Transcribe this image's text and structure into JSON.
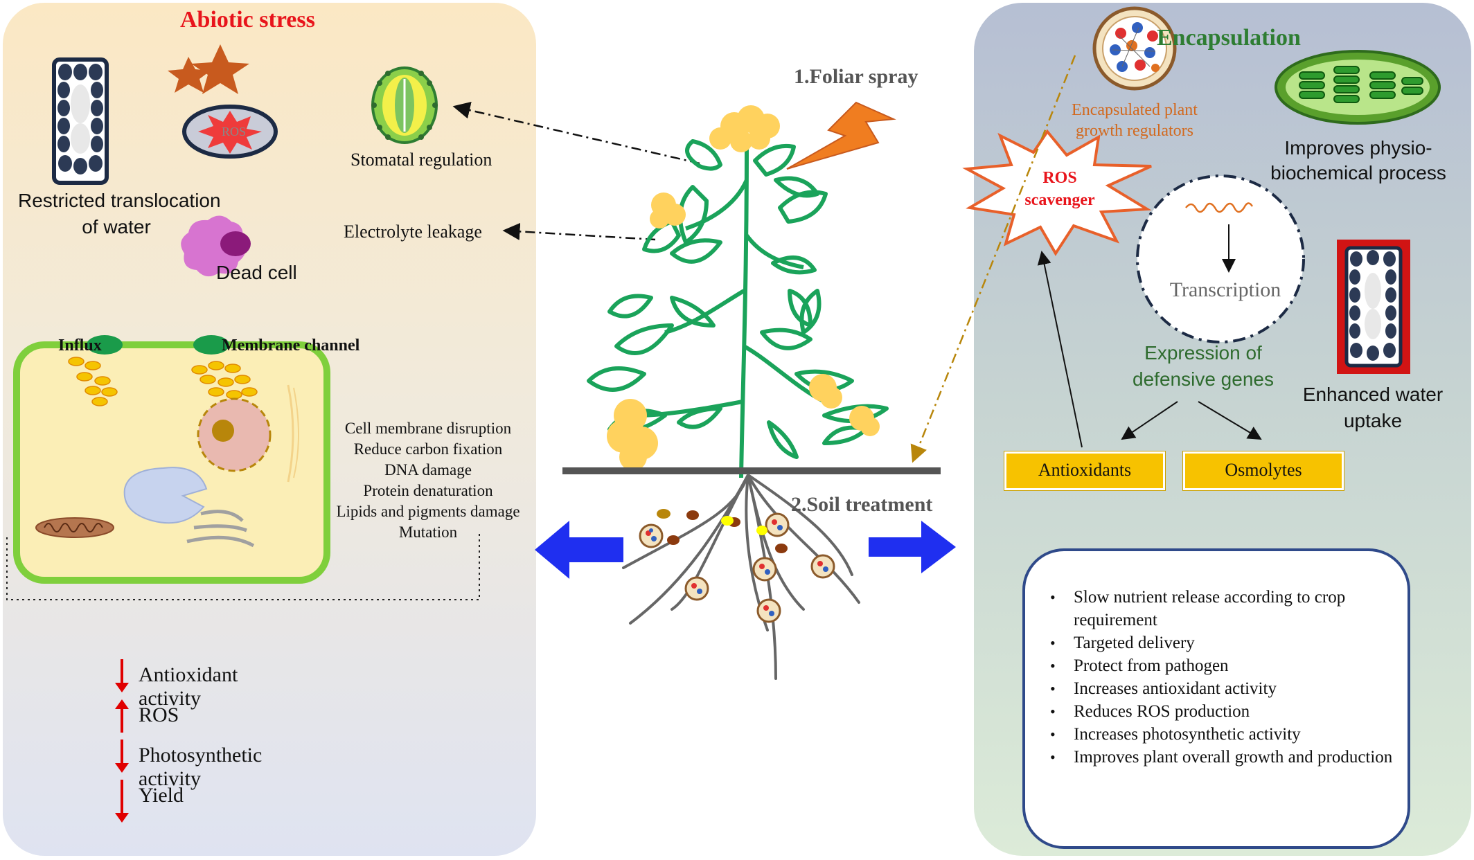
{
  "left_panel": {
    "title": "Abiotic stress",
    "restricted_water": "Restricted translocation\nof water",
    "restricted_water_l1": "Restricted translocation",
    "restricted_water_l2": "of water",
    "ros_label": "ROS",
    "stomatal": "Stomatal regulation",
    "electrolyte": "Electrolyte leakage",
    "dead_cell": "Dead cell",
    "influx": "Influx",
    "membrane_channel": "Membrane channel",
    "damage_list": [
      "Cell membrane disruption",
      "Reduce carbon fixation",
      "DNA damage",
      "Protein denaturation",
      "Lipids and pigments damage",
      "Mutation"
    ],
    "effects": [
      {
        "direction": "down",
        "label": "Antioxidant activity"
      },
      {
        "direction": "up",
        "label": "ROS"
      },
      {
        "direction": "down",
        "label": "Photosynthetic activity"
      },
      {
        "direction": "down",
        "label": "Yield"
      }
    ]
  },
  "center": {
    "foliar": "1.Foliar spray",
    "soil": "2.Soil treatment"
  },
  "right_panel": {
    "title": "Encapsulation",
    "encap_l1": "Encapsulated plant",
    "encap_l2": "growth regulators",
    "improves_l1": "Improves physio-",
    "improves_l2": "biochemical process",
    "ros_scav_l1": "ROS",
    "ros_scav_l2": "scavenger",
    "transcription": "Transcription",
    "expression_l1": "Expression of",
    "expression_l2": "defensive genes",
    "water_l1": "Enhanced water",
    "water_l2": "uptake",
    "antioxidants": "Antioxidants",
    "osmolytes": "Osmolytes",
    "benefits": [
      "Slow nutrient release according to crop requirement",
      "Targeted delivery",
      "Protect from pathogen",
      "Increases antioxidant activity",
      "Reduces ROS production",
      "Increases photosynthetic activity",
      "Improves plant overall growth and production"
    ]
  },
  "colors": {
    "title_red": "#e8141b",
    "title_green": "#2e7d32",
    "encap_orange": "#d2691e",
    "plant_green": "#1aa35a",
    "flower_yellow": "#ffd25e",
    "arrow_blue": "#1f2ff0",
    "box_yellow": "#f7c200"
  }
}
